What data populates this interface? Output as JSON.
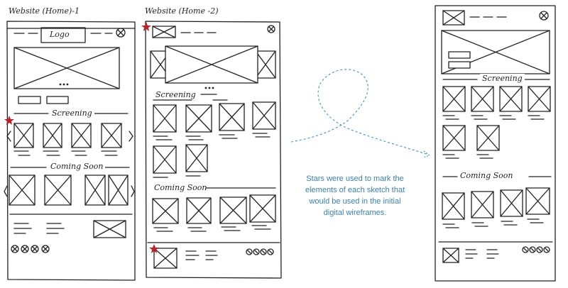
{
  "sketches": {
    "home1": {
      "title": "Website (Home)-1",
      "logo": "Logo",
      "screening": "Screening",
      "coming_soon": "Coming Soon"
    },
    "home2": {
      "title": "Website (Home -2)",
      "screening": "Screening",
      "coming_soon": "Coming Soon"
    },
    "final": {
      "screening": "Screening",
      "coming_soon": "Coming Soon"
    }
  },
  "note": "Stars were used to mark the elements of each sketch that would be used in the initial digital wireframes.",
  "colors": {
    "ink": "#222222",
    "note": "#3b7fa6",
    "star": "#b5232b",
    "dashed_arrow": "#4a90b8"
  }
}
